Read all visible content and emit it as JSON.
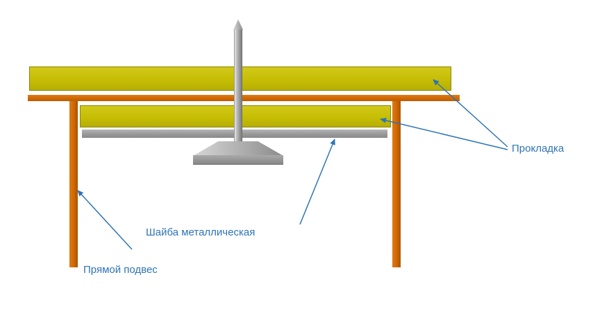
{
  "diagram": {
    "labels": {
      "gasket": "Прокладка",
      "metal_washer": "Шайба металлическая",
      "direct_hanger": "Прямой подвес"
    },
    "parts": {
      "rod": "hanger screw rod",
      "top_slab": "upper gasket layer",
      "inner_slab": "inner gasket layer",
      "washer_strip": "metal washer strip",
      "horizontal_bar": "hanger horizontal profile",
      "left_post": "left hanger post",
      "right_post": "right hanger post",
      "flange": "washer flange cone"
    },
    "colors": {
      "gasket_fill": "#C6BD05",
      "gasket_border": "#8B8500",
      "hanger_orange": "#CF6703",
      "washer_gray": "#969696",
      "rod_gray": "#B9B9B9",
      "label_blue": "#2E74B5",
      "background": "#FFFFFF"
    }
  }
}
